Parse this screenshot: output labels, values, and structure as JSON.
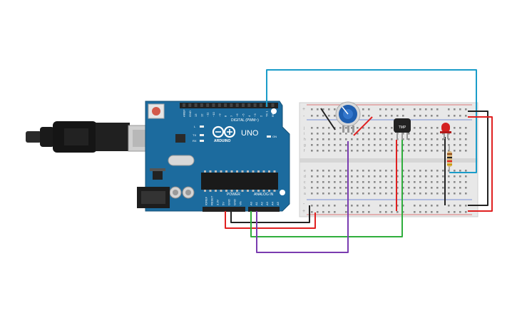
{
  "board": {
    "logo_text": "ARDUINO",
    "model": "UNO",
    "digital_header_label": "DIGITAL (PWM~)",
    "power_label": "POWER",
    "analog_label": "ANALOG IN",
    "led_on_label": "ON",
    "led_l_label": "L",
    "led_tx_label": "TX",
    "led_rx_label": "RX",
    "digital_pins": [
      "AREF",
      "GND",
      "13",
      "12",
      "~11",
      "~10",
      "~9",
      "8",
      "7",
      "~6",
      "~5",
      "4",
      "~3",
      "2",
      "TX 1",
      "RX 0"
    ],
    "power_pins": [
      "IOREF",
      "RESET",
      "3.3V",
      "5V",
      "GND",
      "GND",
      "Vin"
    ],
    "analog_pins": [
      "A0",
      "A1",
      "A2",
      "A3",
      "A4",
      "A5"
    ]
  },
  "breadboard": {
    "row_letters_top": [
      "j",
      "i",
      "h",
      "g",
      "f"
    ],
    "row_letters_bottom": [
      "e",
      "d",
      "c",
      "b",
      "a"
    ],
    "rail_plus": "+",
    "rail_minus": "-"
  },
  "components": {
    "sensor_label": "TMP"
  },
  "colors": {
    "pcb": "#1c6b9e",
    "wire_blue": "#1a9cc9",
    "wire_red": "#e02020",
    "wire_black": "#222222",
    "wire_green": "#2fae3c",
    "wire_purple": "#7a3cb0",
    "breadboard": "#e8e8e8",
    "led": "#d42020",
    "pot_knob": "#1f5fb0"
  }
}
